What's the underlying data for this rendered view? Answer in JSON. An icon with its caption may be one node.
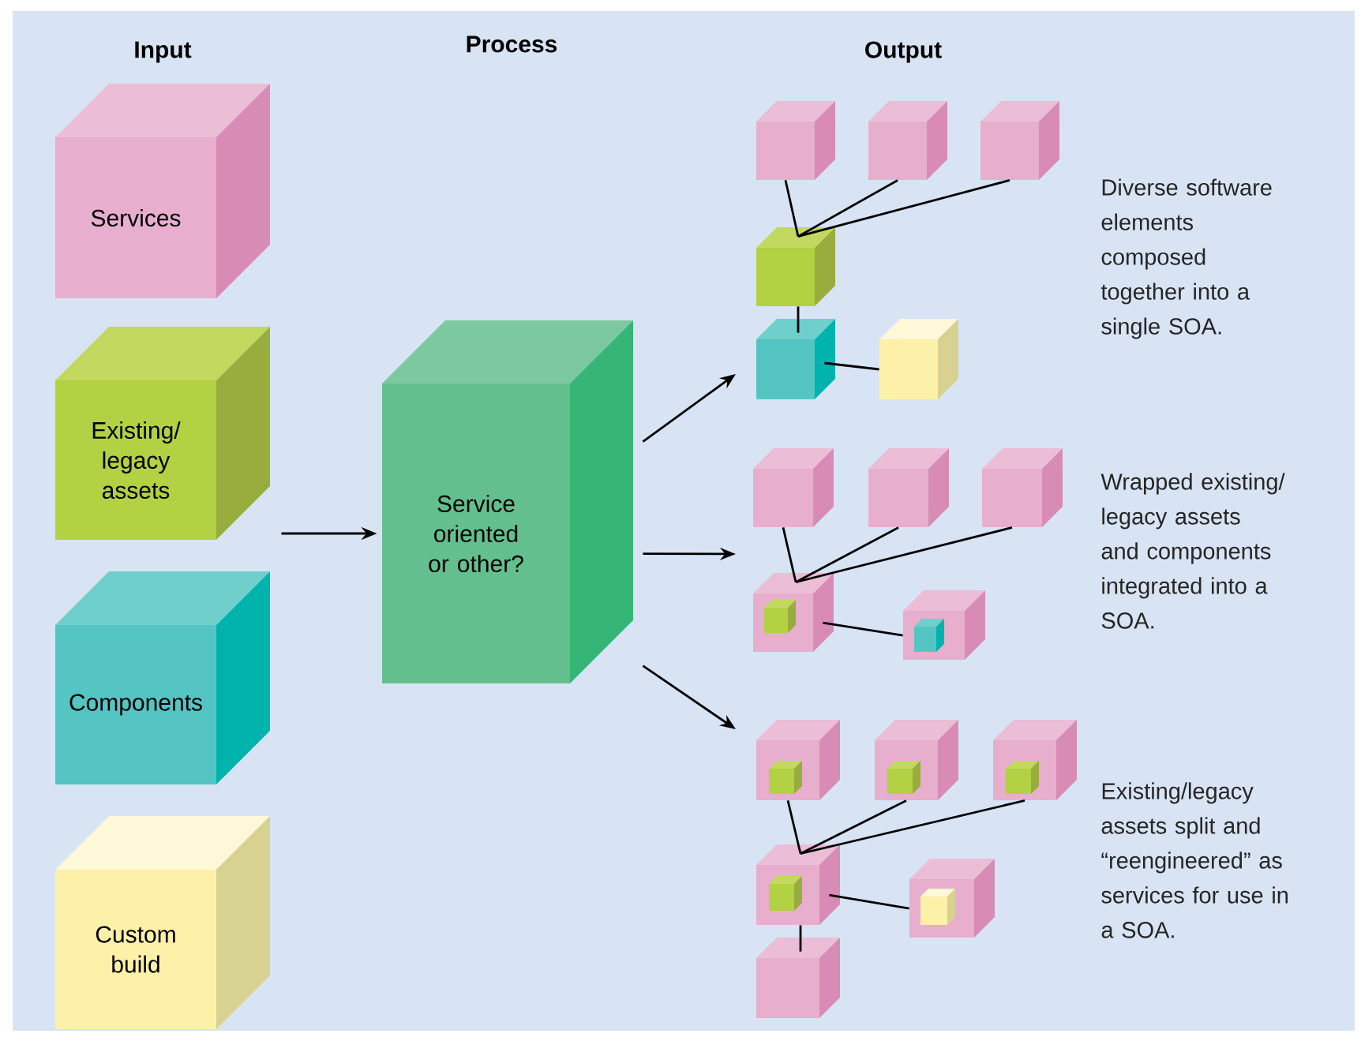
{
  "diagram": {
    "nodes": [
      {
        "text": [
          "Services"
        ]
      },
      {
        "text": [
          "Existing/ legacy assets"
        ]
      },
      {
        "text": [
          "Components"
        ]
      },
      {
        "text": [
          "Custom build"
        ]
      },
      {
        "text": [
          "Service oriented or other?"
        ]
      },
      {
        "text": [],
        "shape": "box"
      },
      {
        "text": [],
        "shape": "box"
      },
      {
        "text": [],
        "shape": "box"
      },
      {
        "text": [],
        "shape": "box"
      },
      {
        "text": [],
        "shape": "box"
      },
      {
        "text": [],
        "shape": "box"
      },
      {
        "text": [],
        "shape": "box"
      },
      {
        "text": [],
        "shape": "box"
      },
      {
        "text": [],
        "shape": "box"
      },
      {
        "text": [],
        "shape": "box"
      },
      {
        "text": [],
        "shape": "box",
        "in": 14
      },
      {
        "text": [],
        "shape": "box"
      },
      {
        "text": [],
        "shape": "box",
        "in": 16
      },
      {
        "text": [],
        "shape": "box"
      },
      {
        "text": [],
        "shape": "box",
        "in": 18
      },
      {
        "text": [],
        "shape": "box"
      },
      {
        "text": [],
        "shape": "box",
        "in": 20
      },
      {
        "text": [],
        "shape": "box"
      },
      {
        "text": [],
        "shape": "box",
        "in": 22
      },
      {
        "text": [],
        "shape": "box"
      },
      {
        "text": [],
        "shape": "box",
        "in": 24
      },
      {
        "text": [],
        "shape": "box"
      },
      {
        "text": [],
        "shape": "box",
        "in": 26
      },
      {
        "text": [],
        "shape": "box"
      }
    ],
    "edges": [
      {
        "from": 1,
        "to": 4,
        "arrow": "to"
      },
      {
        "from": 4,
        "to": null,
        "arrow": "to"
      },
      {
        "from": 4,
        "to": null,
        "arrow": "to"
      },
      {
        "from": 4,
        "to": null,
        "arrow": "to"
      },
      {
        "from": 5,
        "to": 8,
        "arrow": "none"
      },
      {
        "from": 6,
        "to": 8,
        "arrow": "none"
      },
      {
        "from": 7,
        "to": 8,
        "arrow": "none"
      },
      {
        "from": 8,
        "to": 9,
        "arrow": "none"
      },
      {
        "from": 9,
        "to": 10,
        "arrow": "none"
      },
      {
        "from": 11,
        "to": 14,
        "arrow": "none"
      },
      {
        "from": 12,
        "to": 14,
        "arrow": "none"
      },
      {
        "from": 13,
        "to": 14,
        "arrow": "none"
      },
      {
        "from": 14,
        "to": 16,
        "arrow": "none"
      },
      {
        "from": 18,
        "to": 24,
        "arrow": "none"
      },
      {
        "from": 20,
        "to": 24,
        "arrow": "none"
      },
      {
        "from": 22,
        "to": 24,
        "arrow": "none"
      },
      {
        "from": 24,
        "to": 26,
        "arrow": "none"
      },
      {
        "from": 24,
        "to": 28,
        "arrow": "none"
      }
    ],
    "labels": [
      "Input",
      "Process",
      "Output",
      "Diverse software elements composed together into a single SOA.",
      "Wrapped existing/ legacy assets and components integrated into a SOA.",
      "Existing/legacy assets split and “reengineered” as services for use in a SOA."
    ]
  }
}
